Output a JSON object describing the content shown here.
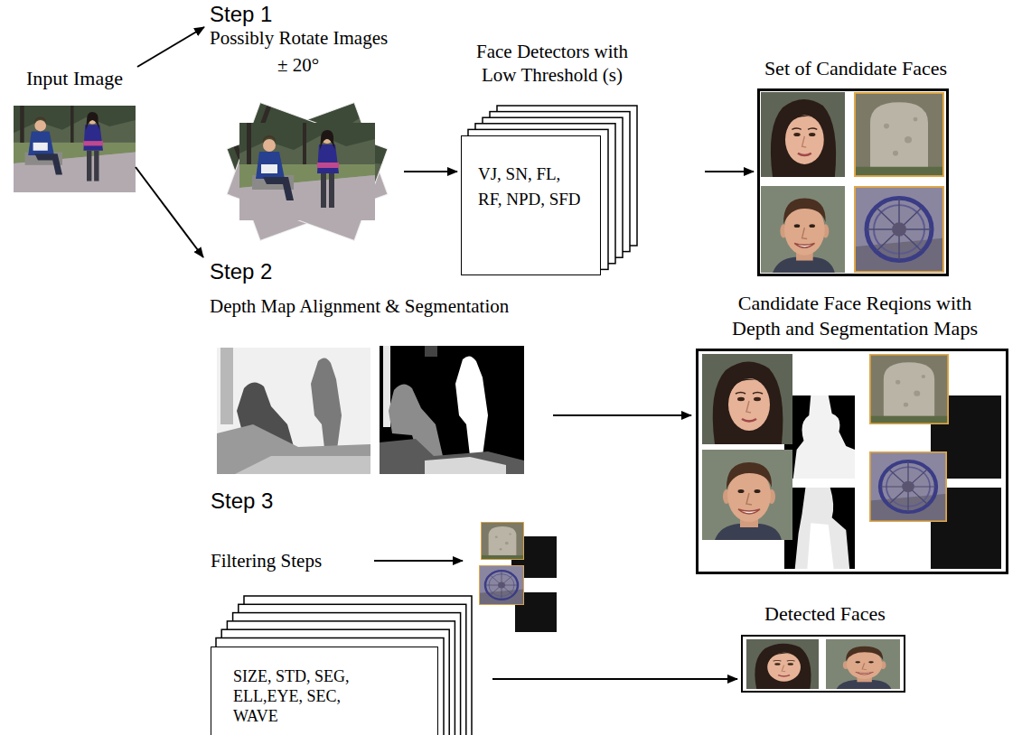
{
  "diagram": {
    "nodes": [
      {
        "text": [
          "Input Image"
        ]
      },
      {
        "text": [
          "Step 1",
          "Possibly Rotate Images",
          "± 20°"
        ]
      },
      {
        "text": [
          "Face Detectors with Low Threshold (s)",
          "VJ, SN, FL, RF, NPD, SFD"
        ]
      },
      {
        "text": [
          "Set of Candidate Faces"
        ]
      },
      {
        "text": [
          "Step 2",
          "Depth Map Alignment & Segmentation"
        ]
      },
      {
        "text": [
          "Candidate Face Reqions with Depth and Segmentation Maps"
        ]
      },
      {
        "text": [
          "Step 3",
          "Filtering Steps",
          "SIZE, STD, SEG, ELL,EYE, SEC, WAVE"
        ]
      },
      {
        "text": [
          "Detected Faces"
        ]
      }
    ],
    "edges": [
      {
        "from": 0,
        "to": 1,
        "arrow": "to"
      },
      {
        "from": 0,
        "to": 4,
        "arrow": "to"
      },
      {
        "from": 1,
        "to": 2,
        "arrow": "to"
      },
      {
        "from": 2,
        "to": 3,
        "arrow": "to"
      },
      {
        "from": 4,
        "to": 5,
        "arrow": "to"
      },
      {
        "from": 6,
        "to": 7,
        "arrow": "to"
      }
    ]
  }
}
